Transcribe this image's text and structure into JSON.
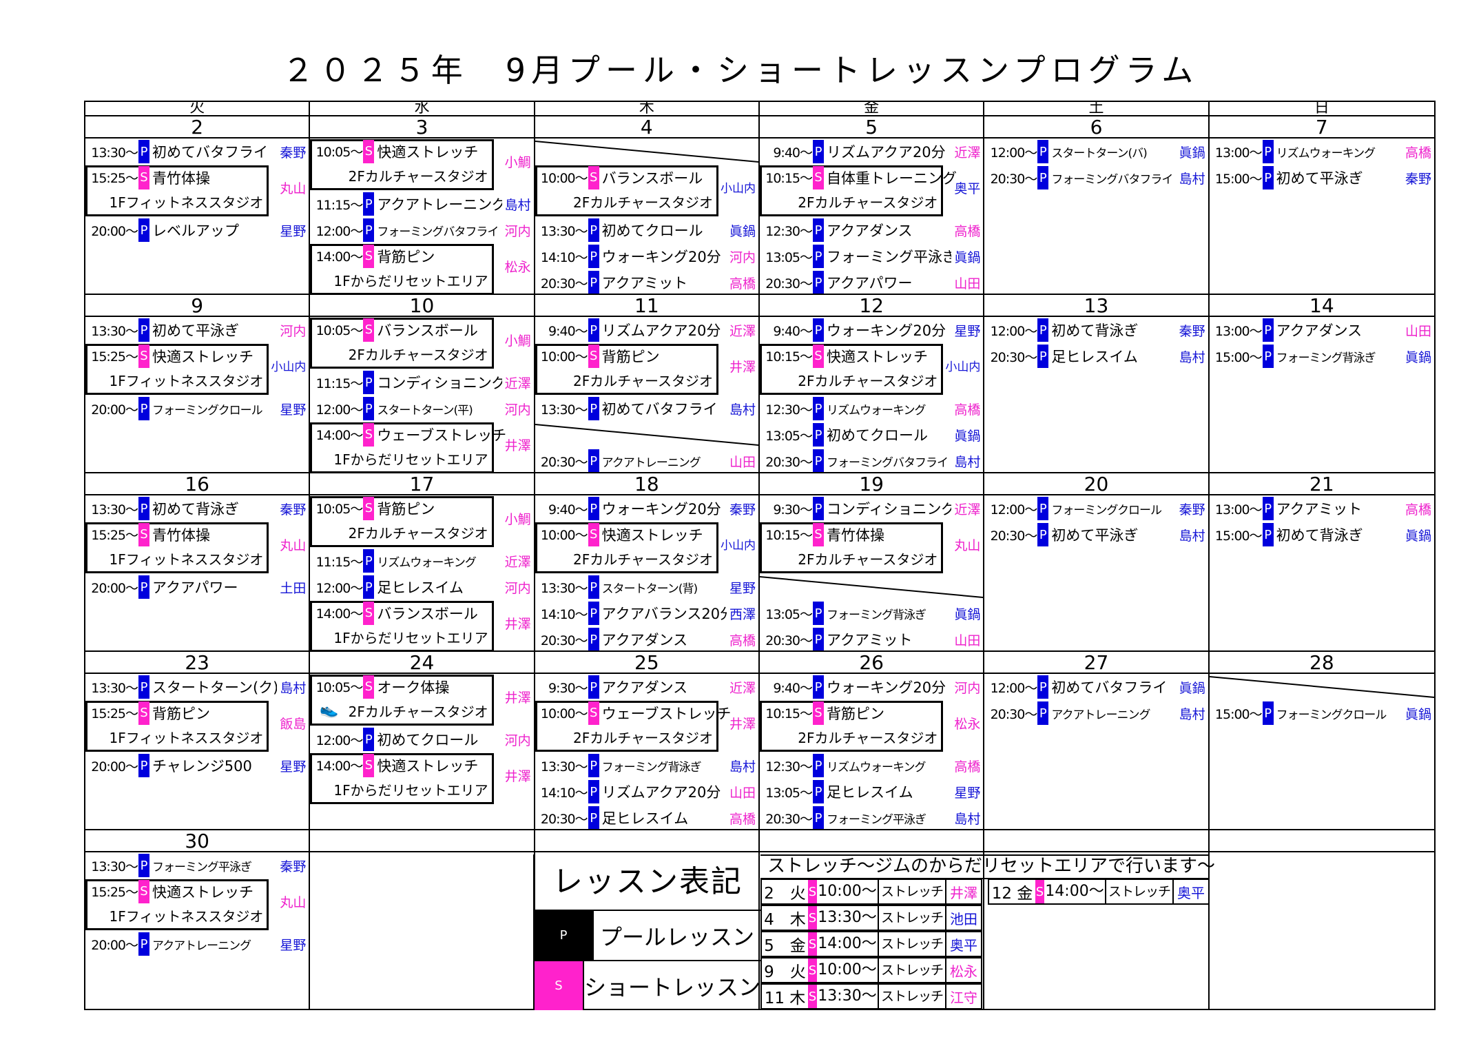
{
  "title": "２０２５年　9月プール・ショートレッスンプログラム",
  "days": [
    "火",
    "水",
    "木",
    "金",
    "土",
    "日"
  ],
  "weeks": [
    [
      {
        "d": "2",
        "items": [
          {
            "k": "r",
            "t": "13:30〜",
            "b": "P",
            "n": "初めてバタフライ",
            "i": "秦野",
            "ic": "blue"
          },
          {
            "k": "s",
            "t": "15:25〜",
            "b": "S",
            "n": "青竹体操",
            "loc": "1Fフィットネススタジオ",
            "i": "丸山",
            "ic": "pink"
          },
          {
            "k": "r",
            "t": "20:00〜",
            "b": "P",
            "n": "レベルアップ",
            "i": "星野",
            "ic": "blue"
          }
        ]
      },
      {
        "d": "3",
        "items": [
          {
            "k": "s",
            "t": "10:05〜",
            "b": "S",
            "n": "快適ストレッチ",
            "loc": "2Fカルチャースタジオ",
            "i": "小鯛",
            "ic": "pink"
          },
          {
            "k": "r",
            "t": "11:15〜",
            "b": "P",
            "n": "アクアトレーニング",
            "i": "島村",
            "ic": "blue"
          },
          {
            "k": "r",
            "t": "12:00〜",
            "b": "P",
            "n": "フォーミングバタフライ",
            "i": "河内",
            "ic": "pink",
            "sm": true
          },
          {
            "k": "s",
            "t": "14:00〜",
            "b": "S",
            "n": "背筋ピン",
            "loc": "1Fからだリセットエリア",
            "i": "松永",
            "ic": "pink"
          }
        ]
      },
      {
        "d": "4",
        "items": [
          {
            "k": "x"
          },
          {
            "k": "s",
            "t": "10:00〜",
            "b": "S",
            "n": "バランスボール",
            "loc": "2Fカルチャースタジオ",
            "i": "小山内",
            "ic": "blue"
          },
          {
            "k": "r",
            "t": "13:30〜",
            "b": "P",
            "n": "初めてクロール",
            "i": "眞鍋",
            "ic": "blue"
          },
          {
            "k": "r",
            "t": "14:10〜",
            "b": "P",
            "n": "ウォーキング20分",
            "i": "河内",
            "ic": "pink"
          },
          {
            "k": "r",
            "t": "20:30〜",
            "b": "P",
            "n": "アクアミット",
            "i": "高橋",
            "ic": "pink"
          }
        ]
      },
      {
        "d": "5",
        "items": [
          {
            "k": "r",
            "t": "9:40〜",
            "b": "P",
            "n": "リズムアクア20分",
            "i": "近澤",
            "ic": "pink"
          },
          {
            "k": "s",
            "t": "10:15〜",
            "b": "S",
            "n": "自体重トレーニング",
            "loc": "2Fカルチャースタジオ",
            "i": "奥平",
            "ic": "blue"
          },
          {
            "k": "r",
            "t": "12:30〜",
            "b": "P",
            "n": "アクアダンス",
            "i": "高橋",
            "ic": "pink"
          },
          {
            "k": "r",
            "t": "13:05〜",
            "b": "P",
            "n": "フォーミング平泳ぎ",
            "i": "眞鍋",
            "ic": "blue"
          },
          {
            "k": "r",
            "t": "20:30〜",
            "b": "P",
            "n": "アクアパワー",
            "i": "山田",
            "ic": "pink"
          }
        ]
      },
      {
        "d": "6",
        "items": [
          {
            "k": "r",
            "t": "12:00〜",
            "b": "P",
            "n": "スタートターン(バ)",
            "i": "眞鍋",
            "ic": "blue",
            "sm": true
          },
          {
            "k": "r",
            "t": "20:30〜",
            "b": "P",
            "n": "フォーミングバタフライ",
            "i": "島村",
            "ic": "blue",
            "sm": true
          }
        ]
      },
      {
        "d": "7",
        "items": [
          {
            "k": "r",
            "t": "13:00〜",
            "b": "P",
            "n": "リズムウォーキング",
            "i": "高橋",
            "ic": "pink",
            "sm": true
          },
          {
            "k": "r",
            "t": "15:00〜",
            "b": "P",
            "n": "初めて平泳ぎ",
            "i": "秦野",
            "ic": "blue"
          }
        ]
      }
    ],
    [
      {
        "d": "9",
        "items": [
          {
            "k": "r",
            "t": "13:30〜",
            "b": "P",
            "n": "初めて平泳ぎ",
            "i": "河内",
            "ic": "pink"
          },
          {
            "k": "s",
            "t": "15:25〜",
            "b": "S",
            "n": "快適ストレッチ",
            "loc": "1Fフィットネススタジオ",
            "i": "小山内",
            "ic": "blue"
          },
          {
            "k": "r",
            "t": "20:00〜",
            "b": "P",
            "n": "フォーミングクロール",
            "i": "星野",
            "ic": "blue",
            "sm": true
          }
        ]
      },
      {
        "d": "10",
        "items": [
          {
            "k": "s",
            "t": "10:05〜",
            "b": "S",
            "n": "バランスボール",
            "loc": "2Fカルチャースタジオ",
            "i": "小鯛",
            "ic": "pink"
          },
          {
            "k": "r",
            "t": "11:15〜",
            "b": "P",
            "n": "コンディショニング",
            "i": "近澤",
            "ic": "pink"
          },
          {
            "k": "r",
            "t": "12:00〜",
            "b": "P",
            "n": "スタートターン(平)",
            "i": "河内",
            "ic": "pink",
            "sm": true
          },
          {
            "k": "s",
            "t": "14:00〜",
            "b": "S",
            "n": "ウェーブストレッチ",
            "loc": "1Fからだリセットエリア",
            "i": "井澤",
            "ic": "pink"
          }
        ]
      },
      {
        "d": "11",
        "items": [
          {
            "k": "r",
            "t": "9:40〜",
            "b": "P",
            "n": "リズムアクア20分",
            "i": "近澤",
            "ic": "pink"
          },
          {
            "k": "s",
            "t": "10:00〜",
            "b": "S",
            "n": "背筋ピン",
            "loc": "2Fカルチャースタジオ",
            "i": "井澤",
            "ic": "pink"
          },
          {
            "k": "r",
            "t": "13:30〜",
            "b": "P",
            "n": "初めてバタフライ",
            "i": "島村",
            "ic": "blue"
          },
          {
            "k": "x"
          },
          {
            "k": "r",
            "t": "20:30〜",
            "b": "P",
            "n": "アクアトレーニング",
            "i": "山田",
            "ic": "pink",
            "sm": true
          }
        ]
      },
      {
        "d": "12",
        "items": [
          {
            "k": "r",
            "t": "9:40〜",
            "b": "P",
            "n": "ウォーキング20分",
            "i": "星野",
            "ic": "blue"
          },
          {
            "k": "s",
            "t": "10:15〜",
            "b": "S",
            "n": "快適ストレッチ",
            "loc": "2Fカルチャースタジオ",
            "i": "小山内",
            "ic": "blue"
          },
          {
            "k": "r",
            "t": "12:30〜",
            "b": "P",
            "n": "リズムウォーキング",
            "i": "高橋",
            "ic": "pink",
            "sm": true
          },
          {
            "k": "r",
            "t": "13:05〜",
            "b": "P",
            "n": "初めてクロール",
            "i": "眞鍋",
            "ic": "blue"
          },
          {
            "k": "r",
            "t": "20:30〜",
            "b": "P",
            "n": "フォーミングバタフライ",
            "i": "島村",
            "ic": "blue",
            "sm": true
          }
        ]
      },
      {
        "d": "13",
        "items": [
          {
            "k": "r",
            "t": "12:00〜",
            "b": "P",
            "n": "初めて背泳ぎ",
            "i": "秦野",
            "ic": "blue"
          },
          {
            "k": "r",
            "t": "20:30〜",
            "b": "P",
            "n": "足ヒレスイム",
            "i": "島村",
            "ic": "blue"
          }
        ]
      },
      {
        "d": "14",
        "items": [
          {
            "k": "r",
            "t": "13:00〜",
            "b": "P",
            "n": "アクアダンス",
            "i": "山田",
            "ic": "pink"
          },
          {
            "k": "r",
            "t": "15:00〜",
            "b": "P",
            "n": "フォーミング背泳ぎ",
            "i": "眞鍋",
            "ic": "blue",
            "sm": true
          }
        ]
      }
    ],
    [
      {
        "d": "16",
        "items": [
          {
            "k": "r",
            "t": "13:30〜",
            "b": "P",
            "n": "初めて背泳ぎ",
            "i": "秦野",
            "ic": "blue"
          },
          {
            "k": "s",
            "t": "15:25〜",
            "b": "S",
            "n": "青竹体操",
            "loc": "1Fフィットネススタジオ",
            "i": "丸山",
            "ic": "pink"
          },
          {
            "k": "r",
            "t": "20:00〜",
            "b": "P",
            "n": "アクアパワー",
            "i": "土田",
            "ic": "blue"
          }
        ]
      },
      {
        "d": "17",
        "items": [
          {
            "k": "s",
            "t": "10:05〜",
            "b": "S",
            "n": "背筋ピン",
            "loc": "2Fカルチャースタジオ",
            "i": "小鯛",
            "ic": "pink"
          },
          {
            "k": "r",
            "t": "11:15〜",
            "b": "P",
            "n": "リズムウォーキング",
            "i": "近澤",
            "ic": "pink",
            "sm": true
          },
          {
            "k": "r",
            "t": "12:00〜",
            "b": "P",
            "n": "足ヒレスイム",
            "i": "河内",
            "ic": "pink"
          },
          {
            "k": "s",
            "t": "14:00〜",
            "b": "S",
            "n": "バランスボール",
            "loc": "1Fからだリセットエリア",
            "i": "井澤",
            "ic": "pink"
          }
        ]
      },
      {
        "d": "18",
        "items": [
          {
            "k": "r",
            "t": "9:40〜",
            "b": "P",
            "n": "ウォーキング20分",
            "i": "秦野",
            "ic": "blue"
          },
          {
            "k": "s",
            "t": "10:00〜",
            "b": "S",
            "n": "快適ストレッチ",
            "loc": "2Fカルチャースタジオ",
            "i": "小山内",
            "ic": "blue"
          },
          {
            "k": "r",
            "t": "13:30〜",
            "b": "P",
            "n": "スタートターン(背)",
            "i": "星野",
            "ic": "blue",
            "sm": true
          },
          {
            "k": "r",
            "t": "14:10〜",
            "b": "P",
            "n": "アクアバランス20分",
            "i": "西澤",
            "ic": "blue"
          },
          {
            "k": "r",
            "t": "20:30〜",
            "b": "P",
            "n": "アクアダンス",
            "i": "高橋",
            "ic": "pink"
          }
        ]
      },
      {
        "d": "19",
        "items": [
          {
            "k": "r",
            "t": "9:30〜",
            "b": "P",
            "n": "コンディショニング",
            "i": "近澤",
            "ic": "pink"
          },
          {
            "k": "s",
            "t": "10:15〜",
            "b": "S",
            "n": "青竹体操",
            "loc": "2Fカルチャースタジオ",
            "i": "丸山",
            "ic": "pink"
          },
          {
            "k": "x"
          },
          {
            "k": "r",
            "t": "13:05〜",
            "b": "P",
            "n": "フォーミング背泳ぎ",
            "i": "眞鍋",
            "ic": "blue",
            "sm": true
          },
          {
            "k": "r",
            "t": "20:30〜",
            "b": "P",
            "n": "アクアミット",
            "i": "山田",
            "ic": "pink"
          }
        ]
      },
      {
        "d": "20",
        "items": [
          {
            "k": "r",
            "t": "12:00〜",
            "b": "P",
            "n": "フォーミングクロール",
            "i": "秦野",
            "ic": "blue",
            "sm": true
          },
          {
            "k": "r",
            "t": "20:30〜",
            "b": "P",
            "n": "初めて平泳ぎ",
            "i": "島村",
            "ic": "blue"
          }
        ]
      },
      {
        "d": "21",
        "items": [
          {
            "k": "r",
            "t": "13:00〜",
            "b": "P",
            "n": "アクアミット",
            "i": "高橋",
            "ic": "pink"
          },
          {
            "k": "r",
            "t": "15:00〜",
            "b": "P",
            "n": "初めて背泳ぎ",
            "i": "眞鍋",
            "ic": "blue"
          }
        ]
      }
    ],
    [
      {
        "d": "23",
        "items": [
          {
            "k": "r",
            "t": "13:30〜",
            "b": "P",
            "n": "スタートターン(ク)",
            "i": "島村",
            "ic": "blue"
          },
          {
            "k": "s",
            "t": "15:25〜",
            "b": "S",
            "n": "背筋ピン",
            "loc": "1Fフィットネススタジオ",
            "i": "飯島",
            "ic": "pink"
          },
          {
            "k": "r",
            "t": "20:00〜",
            "b": "P",
            "n": "チャレンジ500",
            "i": "星野",
            "ic": "blue"
          }
        ]
      },
      {
        "d": "24",
        "items": [
          {
            "k": "s",
            "t": "10:05〜",
            "b": "S",
            "n": "オーク体操",
            "loc": "2Fカルチャースタジオ",
            "i": "井澤",
            "ic": "pink",
            "shoe": true
          },
          {
            "k": "r",
            "t": "12:00〜",
            "b": "P",
            "n": "初めてクロール",
            "i": "河内",
            "ic": "pink"
          },
          {
            "k": "s",
            "t": "14:00〜",
            "b": "S",
            "n": "快適ストレッチ",
            "loc": "1Fからだリセットエリア",
            "i": "井澤",
            "ic": "pink"
          }
        ]
      },
      {
        "d": "25",
        "items": [
          {
            "k": "r",
            "t": "9:30〜",
            "b": "P",
            "n": "アクアダンス",
            "i": "近澤",
            "ic": "pink"
          },
          {
            "k": "s",
            "t": "10:00〜",
            "b": "S",
            "n": "ウェーブストレッチ",
            "loc": "2Fカルチャースタジオ",
            "i": "井澤",
            "ic": "pink"
          },
          {
            "k": "r",
            "t": "13:30〜",
            "b": "P",
            "n": "フォーミング背泳ぎ",
            "i": "島村",
            "ic": "blue",
            "sm": true
          },
          {
            "k": "r",
            "t": "14:10〜",
            "b": "P",
            "n": "リズムアクア20分",
            "i": "山田",
            "ic": "pink"
          },
          {
            "k": "r",
            "t": "20:30〜",
            "b": "P",
            "n": "足ヒレスイム",
            "i": "高橋",
            "ic": "pink"
          }
        ]
      },
      {
        "d": "26",
        "items": [
          {
            "k": "r",
            "t": "9:40〜",
            "b": "P",
            "n": "ウォーキング20分",
            "i": "河内",
            "ic": "pink"
          },
          {
            "k": "s",
            "t": "10:15〜",
            "b": "S",
            "n": "背筋ピン",
            "loc": "2Fカルチャースタジオ",
            "i": "松永",
            "ic": "pink"
          },
          {
            "k": "r",
            "t": "12:30〜",
            "b": "P",
            "n": "リズムウォーキング",
            "i": "高橋",
            "ic": "pink",
            "sm": true
          },
          {
            "k": "r",
            "t": "13:05〜",
            "b": "P",
            "n": "足ヒレスイム",
            "i": "星野",
            "ic": "blue"
          },
          {
            "k": "r",
            "t": "20:30〜",
            "b": "P",
            "n": "フォーミング平泳ぎ",
            "i": "島村",
            "ic": "blue",
            "sm": true
          }
        ]
      },
      {
        "d": "27",
        "items": [
          {
            "k": "r",
            "t": "12:00〜",
            "b": "P",
            "n": "初めてバタフライ",
            "i": "眞鍋",
            "ic": "blue"
          },
          {
            "k": "r",
            "t": "20:30〜",
            "b": "P",
            "n": "アクアトレーニング",
            "i": "島村",
            "ic": "blue",
            "sm": true
          }
        ]
      },
      {
        "d": "28",
        "items": [
          {
            "k": "x"
          },
          {
            "k": "r",
            "t": "15:00〜",
            "b": "P",
            "n": "フォーミングクロール",
            "i": "眞鍋",
            "ic": "blue",
            "sm": true
          }
        ]
      }
    ],
    [
      {
        "d": "30",
        "items": [
          {
            "k": "r",
            "t": "13:30〜",
            "b": "P",
            "n": "フォーミング平泳ぎ",
            "i": "秦野",
            "ic": "blue",
            "sm": true
          },
          {
            "k": "s",
            "t": "15:25〜",
            "b": "S",
            "n": "快適ストレッチ",
            "loc": "1Fフィットネススタジオ",
            "i": "丸山",
            "ic": "pink"
          },
          {
            "k": "r",
            "t": "20:00〜",
            "b": "P",
            "n": "アクアトレーニング",
            "i": "星野",
            "ic": "blue",
            "sm": true
          }
        ]
      },
      {
        "d": "",
        "items": []
      },
      {
        "d": "",
        "items": []
      },
      {
        "d": "",
        "items": []
      },
      {
        "d": "",
        "items": []
      },
      {
        "d": "",
        "items": []
      }
    ]
  ],
  "legend": {
    "title": "レッスン表記",
    "pool_symbol": "P",
    "pool_label": "プールレッスン",
    "short_symbol": "S",
    "short_label": "ショートレッスン",
    "pool_color": "#000000",
    "short_color": "#ff22cc"
  },
  "stretch": {
    "heading": "ストレッチ〜ジムのからだリセットエリアで行います〜",
    "rows": [
      {
        "d": "2　火",
        "s": "S",
        "t": "10:00〜",
        "k": "ストレッチ",
        "i": "井澤",
        "ic": "pink"
      },
      {
        "d": "4　木",
        "s": "S",
        "t": "13:30〜",
        "k": "ストレッチ",
        "i": "池田",
        "ic": "blue"
      },
      {
        "d": "5　金",
        "s": "S",
        "t": "14:00〜",
        "k": "ストレッチ",
        "i": "奥平",
        "ic": "blue"
      },
      {
        "d": "9　火",
        "s": "S",
        "t": "10:00〜",
        "k": "ストレッチ",
        "i": "松永",
        "ic": "pink"
      },
      {
        "d": "11 木",
        "s": "S",
        "t": "13:30〜",
        "k": "ストレッチ",
        "i": "江守",
        "ic": "pink"
      }
    ],
    "extra": {
      "d": "12 金",
      "s": "S",
      "t": "14:00〜",
      "k": "ストレッチ",
      "i": "奥平",
      "ic": "blue"
    }
  },
  "colors": {
    "pool": "#0000dd",
    "short": "#ff22cc",
    "instructor_blue": "#1414d6",
    "instructor_pink": "#ee22cc"
  }
}
